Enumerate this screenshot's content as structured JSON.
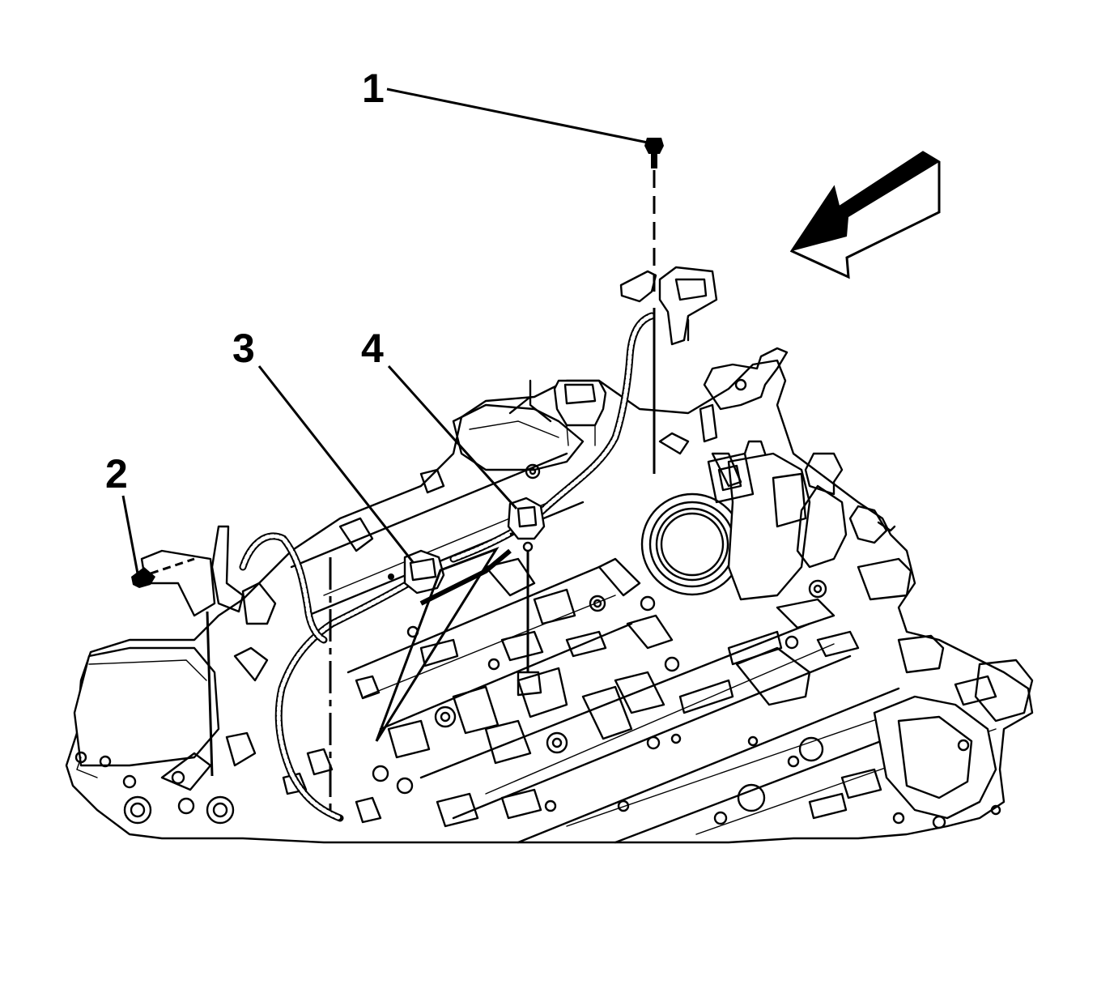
{
  "callouts": {
    "c1": "1",
    "c2": "2",
    "c3": "3",
    "c4": "4"
  },
  "colors": {
    "line": "#000000",
    "background": "#ffffff"
  },
  "icons": {
    "direction": "direction-arrow-icon"
  }
}
